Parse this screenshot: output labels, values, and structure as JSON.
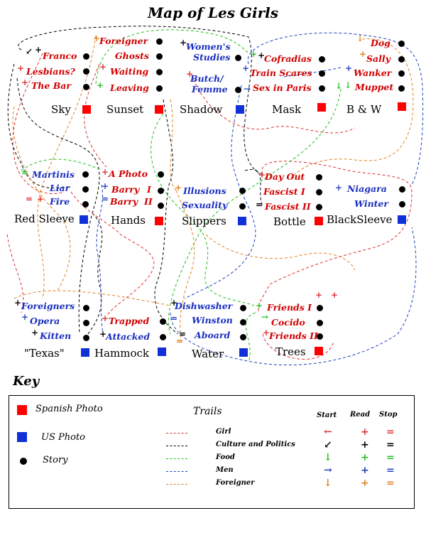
{
  "title": "Map of Les Girls",
  "colors": {
    "spanish": "#ff0000",
    "us": "#1030d8",
    "red_text": "#d00000",
    "blue_text": "#1a2fbf",
    "girl": "#e03030",
    "culture": "#000000",
    "food": "#20c020",
    "men": "#2040c0",
    "foreigner": "#e08020"
  },
  "nodes": [
    {
      "label": "Sky",
      "type": "spanish",
      "stories": [
        {
          "text": "Franco",
          "color": "red"
        },
        {
          "text": "Lesbians?",
          "color": "red"
        },
        {
          "text": "The Bar",
          "color": "red"
        }
      ]
    },
    {
      "label": "Sunset",
      "type": "spanish",
      "stories": [
        {
          "text": "Foreigner",
          "color": "red"
        },
        {
          "text": "Ghosts",
          "color": "red"
        },
        {
          "text": "Waiting",
          "color": "red"
        },
        {
          "text": "Leaving",
          "color": "red"
        }
      ]
    },
    {
      "label": "Shadow",
      "type": "us",
      "stories": [
        {
          "text": "Women's",
          "color": "blue"
        },
        {
          "text": "Studies",
          "color": "blue"
        },
        {
          "text": "Butch/",
          "color": "blue"
        },
        {
          "text": "Femme",
          "color": "blue"
        }
      ]
    },
    {
      "label": "Mask",
      "type": "spanish",
      "stories": [
        {
          "text": "Cofradias",
          "color": "red"
        },
        {
          "text": "Train Scares",
          "color": "red"
        },
        {
          "text": "Sex in Paris",
          "color": "red"
        }
      ]
    },
    {
      "label": "B & W",
      "type": "spanish",
      "stories": [
        {
          "text": "Dog",
          "color": "red"
        },
        {
          "text": "Sally",
          "color": "red"
        },
        {
          "text": "Wanker",
          "color": "red"
        },
        {
          "text": "Muppet",
          "color": "red"
        }
      ]
    },
    {
      "label": "Red Sleeve",
      "type": "us",
      "stories": [
        {
          "text": "Martinis",
          "color": "blue"
        },
        {
          "text": "Liar",
          "color": "blue"
        },
        {
          "text": "Fire",
          "color": "blue"
        }
      ]
    },
    {
      "label": "Hands",
      "type": "spanish",
      "stories": [
        {
          "text": "A Photo",
          "color": "red"
        },
        {
          "text": "Barry",
          "color": "red"
        },
        {
          "text": "I",
          "color": "red"
        },
        {
          "text": "Barry",
          "color": "red"
        },
        {
          "text": "II",
          "color": "red"
        }
      ]
    },
    {
      "label": "Slippers",
      "type": "us",
      "stories": [
        {
          "text": "Illusions",
          "color": "blue"
        },
        {
          "text": "Sexuality",
          "color": "blue"
        }
      ]
    },
    {
      "label": "Bottle",
      "type": "spanish",
      "stories": [
        {
          "text": "Day Out",
          "color": "red"
        },
        {
          "text": "Fascist I",
          "color": "red"
        },
        {
          "text": "Fascist II",
          "color": "red"
        }
      ]
    },
    {
      "label": "BlackSleeve",
      "type": "us",
      "stories": [
        {
          "text": "Niagara",
          "color": "blue"
        },
        {
          "text": "Winter",
          "color": "blue"
        }
      ]
    },
    {
      "label": "\"Texas\"",
      "type": "us",
      "stories": [
        {
          "text": "Foreigners",
          "color": "blue"
        },
        {
          "text": "Opera",
          "color": "blue"
        },
        {
          "text": "Kitten",
          "color": "blue"
        }
      ]
    },
    {
      "label": "Hammock",
      "type": "us",
      "stories": [
        {
          "text": "Trapped",
          "color": "red"
        },
        {
          "text": "Attacked",
          "color": "blue"
        }
      ]
    },
    {
      "label": "Water",
      "type": "us",
      "stories": [
        {
          "text": "Dishwasher",
          "color": "blue"
        },
        {
          "text": "Winston",
          "color": "blue"
        },
        {
          "text": "Aboard",
          "color": "blue"
        }
      ]
    },
    {
      "label": "Trees",
      "type": "spanish",
      "stories": [
        {
          "text": "Friends I",
          "color": "red"
        },
        {
          "text": "Cocido",
          "color": "red"
        },
        {
          "text": "Friends II",
          "color": "red"
        }
      ]
    }
  ],
  "key": {
    "title": "Key",
    "legend": [
      {
        "label": "Spanish Photo",
        "symbol": "red-square"
      },
      {
        "label": "US Photo",
        "symbol": "blue-square"
      },
      {
        "label": "Story",
        "symbol": "dot"
      }
    ],
    "trails_heading": "Trails",
    "columns": [
      "Start",
      "Read",
      "Stop"
    ],
    "trails": [
      {
        "label": "Girl",
        "color": "#e03030"
      },
      {
        "label": "Culture and Politics",
        "color": "#000000"
      },
      {
        "label": "Food",
        "color": "#20c020"
      },
      {
        "label": "Men",
        "color": "#2040c0"
      },
      {
        "label": "Foreigner",
        "color": "#e08020"
      }
    ],
    "symbols": {
      "read": "+",
      "stop": "="
    }
  }
}
